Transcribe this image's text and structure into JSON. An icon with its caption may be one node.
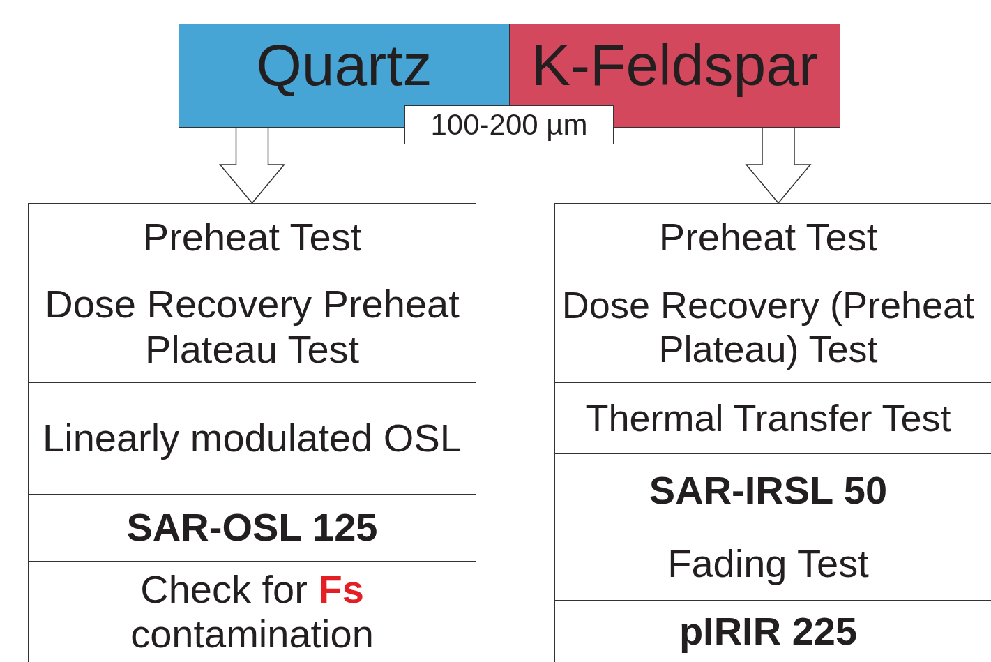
{
  "diagram": {
    "nodes": [
      {
        "text": [
          "Quartz"
        ]
      },
      {
        "text": [
          "K-Feldspar"
        ]
      },
      {
        "text": [
          "100-200 µm"
        ]
      },
      {
        "text": [
          "Preheat Test"
        ]
      },
      {
        "text": [
          "Dose Recovery Preheat Plateau Test"
        ]
      },
      {
        "text": [
          "Linearly modulated OSL"
        ]
      },
      {
        "text": [
          "SAR-OSL 125"
        ]
      },
      {
        "text": [
          "Check for **Fs** contamination"
        ]
      },
      {
        "text": [
          "Preheat Test"
        ]
      },
      {
        "text": [
          "Dose Recovery (Preheat Plateau) Test"
        ]
      },
      {
        "text": [
          "Thermal Transfer Test"
        ]
      },
      {
        "text": [
          "SAR-IRSL 50"
        ]
      },
      {
        "text": [
          "Fading Test"
        ]
      },
      {
        "text": [
          "pIRIR 225"
        ]
      }
    ],
    "edges": [
      {
        "from": 0,
        "to": 3,
        "arrow": "to"
      },
      {
        "from": 1,
        "to": 8,
        "arrow": "to"
      }
    ]
  }
}
